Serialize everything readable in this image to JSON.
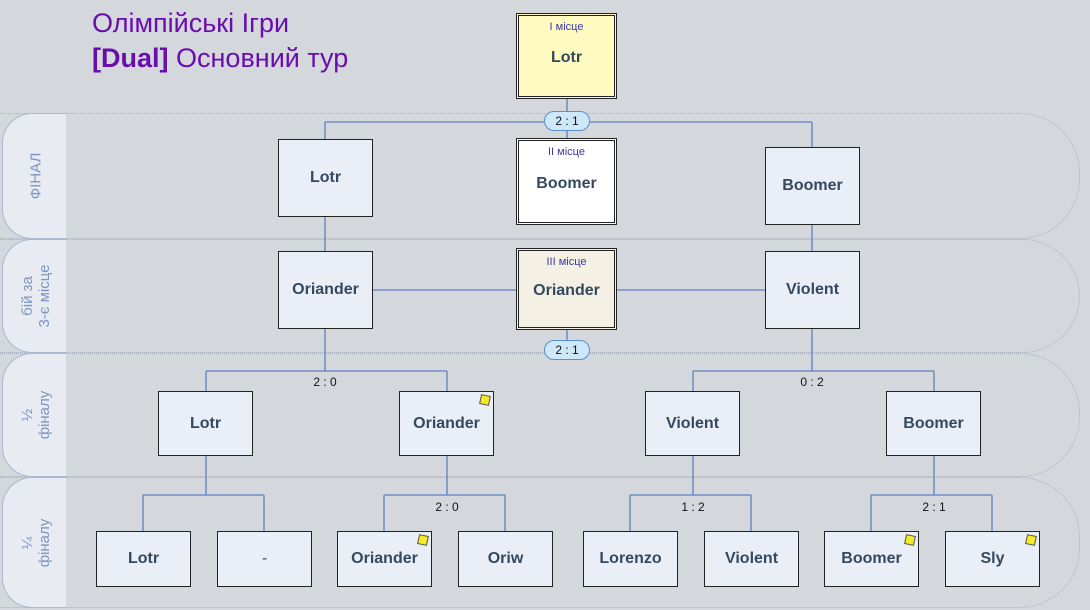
{
  "header": {
    "title_line1": "Олімпійські Ігри",
    "title_tag": "[Dual]",
    "title_rest": "Основний тур"
  },
  "rounds": {
    "final": "ФІНАЛ",
    "third_l1": "бій за",
    "third_l2": "3-є місце",
    "semi_l1": "½",
    "semi_l2": "фіналу",
    "quarter_l1": "¼",
    "quarter_l2": "фіналу"
  },
  "podium": {
    "first": {
      "place": "I місце",
      "name": "Lotr"
    },
    "second": {
      "place": "II місце",
      "name": "Boomer"
    },
    "third": {
      "place": "III місце",
      "name": "Oriander"
    }
  },
  "final": {
    "left": "Lotr",
    "right": "Boomer",
    "score": "2 : 1"
  },
  "third_place": {
    "left": "Oriander",
    "right": "Violent",
    "score": "2 : 1"
  },
  "semifinals": [
    {
      "p1": "Lotr",
      "p2": "Oriander",
      "score": "2 : 0",
      "p2_note": true
    },
    {
      "p1": "Violent",
      "p2": "Boomer",
      "score": "0 : 2"
    }
  ],
  "quarterfinals": [
    {
      "p1": "Lotr",
      "p2": "-",
      "score": ""
    },
    {
      "p1": "Oriander",
      "p2": "Oriw",
      "score": "2 : 0",
      "p1_note": true
    },
    {
      "p1": "Lorenzo",
      "p2": "Violent",
      "score": "1 : 2"
    },
    {
      "p1": "Boomer",
      "p2": "Sly",
      "score": "2 : 1",
      "p1_note": true,
      "p2_note": true
    }
  ],
  "colors": {
    "title": "#6a0dad",
    "connector": "#5b7fc0",
    "box_fill": "#eaeef7",
    "first_fill": "#fffac0",
    "pill_fill": "#cfe8f9",
    "note": "#f5ea2a"
  }
}
